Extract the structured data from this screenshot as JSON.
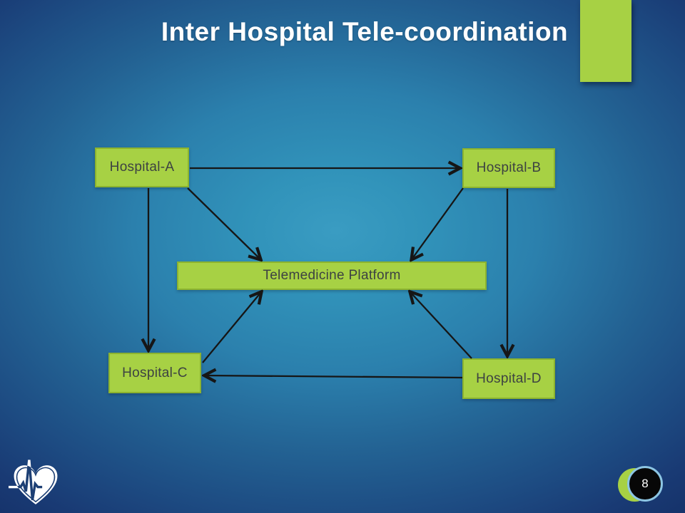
{
  "slide": {
    "title": "Inter Hospital Tele-coordination",
    "page_number": "8"
  },
  "diagram": {
    "nodes": [
      {
        "id": "hospital-a",
        "label": "Hospital-A"
      },
      {
        "id": "hospital-b",
        "label": "Hospital-B"
      },
      {
        "id": "telemedicine-platform",
        "label": "Telemedicine Platform"
      },
      {
        "id": "hospital-c",
        "label": "Hospital-C"
      },
      {
        "id": "hospital-d",
        "label": "Hospital-D"
      }
    ],
    "edges": [
      {
        "from": "Hospital-A",
        "to": "Hospital-B"
      },
      {
        "from": "Hospital-A",
        "to": "Telemedicine Platform"
      },
      {
        "from": "Hospital-B",
        "to": "Telemedicine Platform"
      },
      {
        "from": "Hospital-A",
        "to": "Hospital-C"
      },
      {
        "from": "Hospital-B",
        "to": "Hospital-D"
      },
      {
        "from": "Hospital-C",
        "to": "Telemedicine Platform"
      },
      {
        "from": "Hospital-D",
        "to": "Telemedicine Platform"
      },
      {
        "from": "Hospital-D",
        "to": "Hospital-C"
      }
    ]
  },
  "colors": {
    "background_center": "#3193ba",
    "background_edge": "#16336b",
    "node_fill": "#a7d144",
    "node_border": "#8cb32f",
    "node_text": "#3d4242",
    "title_text": "#ffffff",
    "arrow": "#161616",
    "accent_bar": "#a7d144",
    "badge_ring": "#8cc5e3",
    "badge_fill": "#070707",
    "logo_color": "#ffffff"
  },
  "footer": {
    "logo": "heart-ekg-logo"
  }
}
